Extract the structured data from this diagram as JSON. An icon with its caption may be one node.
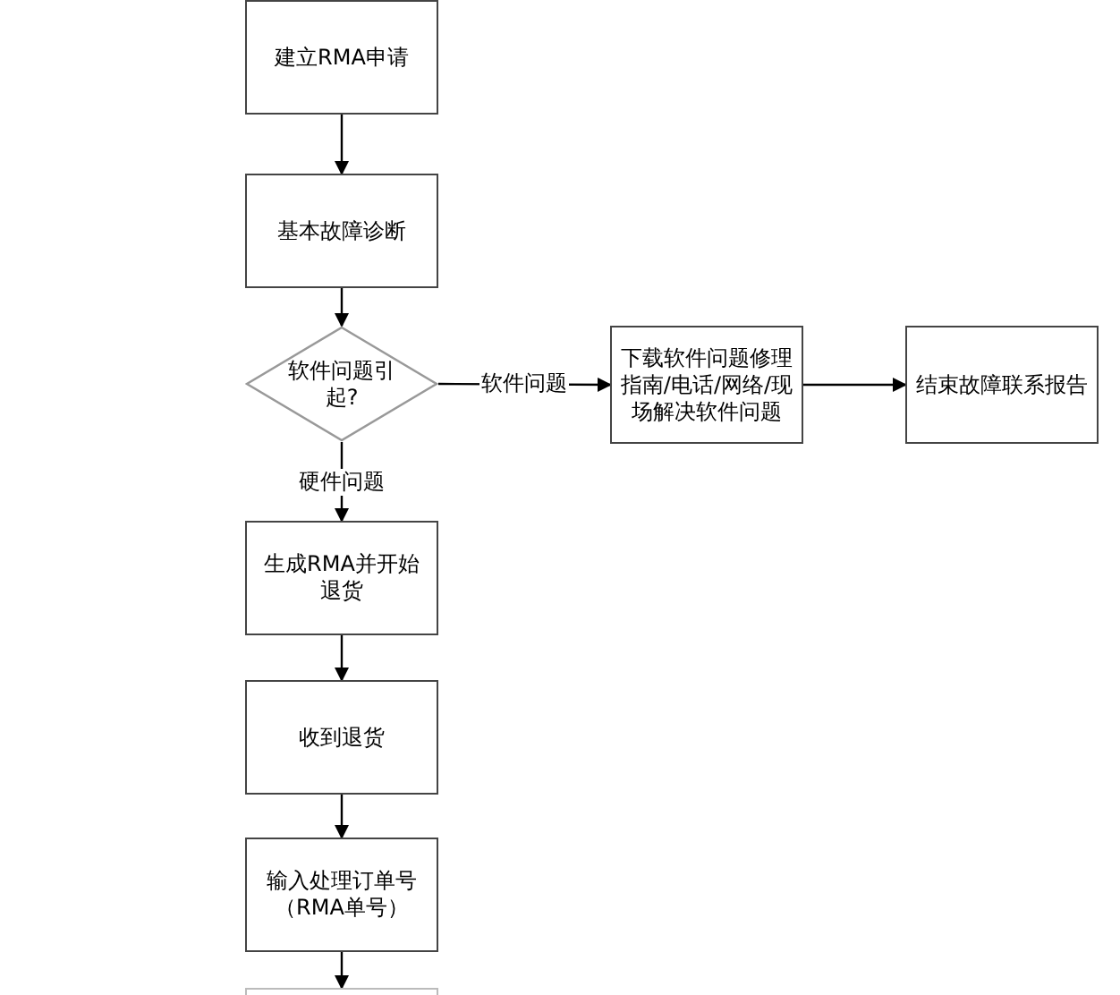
{
  "diagram": {
    "nodes": [
      {
        "text": [
          "建立RMA申请"
        ]
      },
      {
        "text": [
          "基本故障诊断"
        ]
      },
      {
        "text": [
          "软件问题引起?"
        ]
      },
      {
        "text": [
          "下载软件问题修理指南/电话/网络/现场解决软件问题"
        ]
      },
      {
        "text": [
          "结束故障联系报告"
        ]
      },
      {
        "text": [
          "生成RMA并开始退货"
        ]
      },
      {
        "text": [
          "收到退货"
        ]
      },
      {
        "text": [
          "输入处理订单号（RMA单号）"
        ]
      },
      {
        "text": [],
        "shape": "box"
      }
    ],
    "edges": [
      {
        "from": 0,
        "to": 1,
        "arrow": "to"
      },
      {
        "from": 1,
        "to": 2,
        "arrow": "to"
      },
      {
        "from": 2,
        "to": 3,
        "arrow": "to",
        "label": "软件问题"
      },
      {
        "from": 3,
        "to": 4,
        "arrow": "to"
      },
      {
        "from": 2,
        "to": 5,
        "arrow": "to",
        "label": "硬件问题"
      },
      {
        "from": 5,
        "to": 6,
        "arrow": "to"
      },
      {
        "from": 6,
        "to": 7,
        "arrow": "to"
      },
      {
        "from": 7,
        "to": 8,
        "arrow": "to"
      }
    ]
  }
}
